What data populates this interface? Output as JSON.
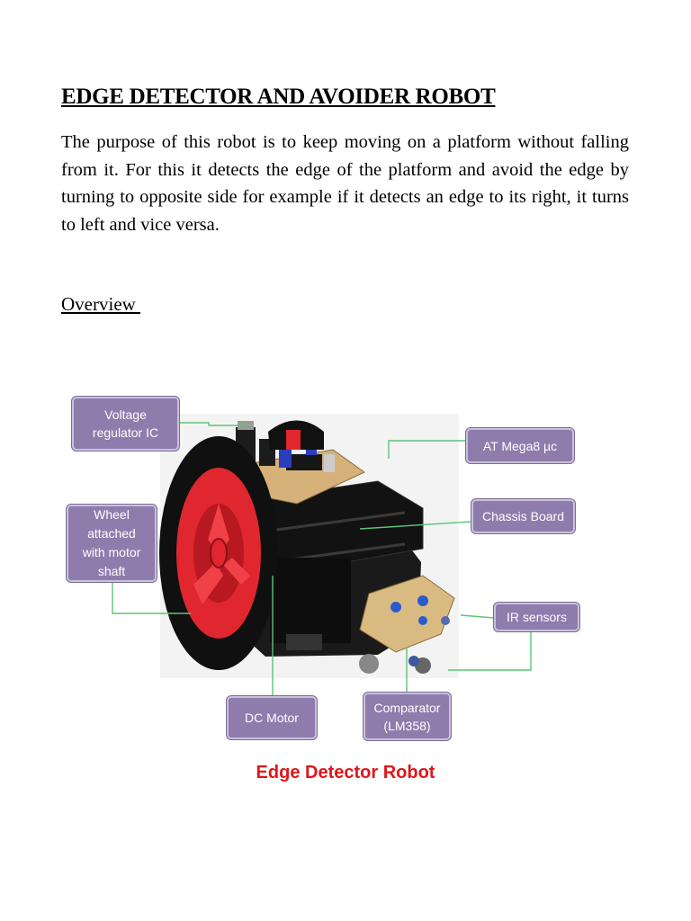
{
  "document": {
    "title": "EDGE DETECTOR AND AVOIDER ROBOT",
    "paragraph": "The purpose of this robot is to keep moving on a platform without falling from it. For this it detects the edge of the platform and avoid the edge by turning to opposite side for example if it detects an edge to its right, it turns to left and vice versa.",
    "section_heading": "Overview "
  },
  "figure": {
    "labels": {
      "voltage_regulator": [
        "Voltage",
        "regulator IC"
      ],
      "wheel": [
        "Wheel",
        "attached",
        "with motor",
        "shaft"
      ],
      "microcontroller": [
        "AT Mega8 µc"
      ],
      "chassis": [
        "Chassis Board"
      ],
      "ir_sensors": [
        "IR sensors"
      ],
      "dc_motor": [
        "DC Motor"
      ],
      "comparator": [
        "Comparator",
        "(LM358)"
      ]
    },
    "caption": "Edge Detector Robot",
    "colors": {
      "callout_fill": "#8e7cac",
      "leader_line": "#5cc47a",
      "wheel_red": "#e0262e",
      "caption_red": "#e0161a"
    }
  }
}
